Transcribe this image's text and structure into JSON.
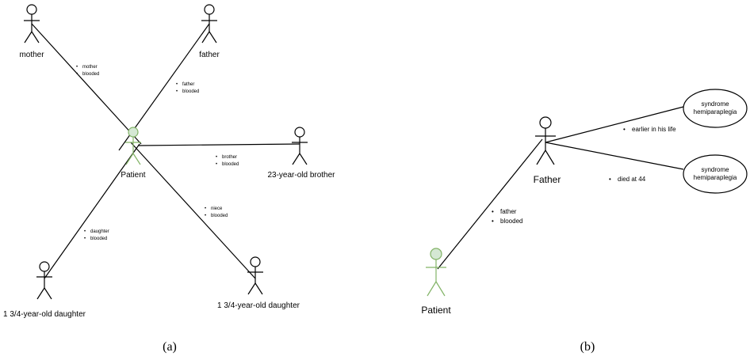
{
  "panel_a": {
    "caption": "(a)",
    "actors": {
      "mother": "mother",
      "father": "father",
      "patient": "Patient",
      "brother": "23-year-old brother",
      "daughter_left": "1 3/4-year-old daughter",
      "daughter_right": "1 3/4-year-old daughter"
    },
    "edge_labels": {
      "mother": [
        "mother",
        "blooded"
      ],
      "father": [
        "father",
        "blooded"
      ],
      "brother": [
        "brother",
        "blooded"
      ],
      "niece": [
        "niece",
        "blooded"
      ],
      "daughter": [
        "daughter",
        "blooded"
      ]
    }
  },
  "panel_b": {
    "caption": "(b)",
    "actors": {
      "father": "Father",
      "patient": "Patient"
    },
    "syndromes": [
      [
        "syndrome",
        "hemiparaplegia"
      ],
      [
        "syndrome",
        "hemiparaplegia"
      ]
    ],
    "edge_labels": {
      "earlier": "earlier in his life",
      "died": "died at 44",
      "father_patient": [
        "father",
        "blooded"
      ]
    }
  },
  "colors": {
    "patient_fill": "#d5e8d4",
    "patient_stroke": "#82b366"
  }
}
